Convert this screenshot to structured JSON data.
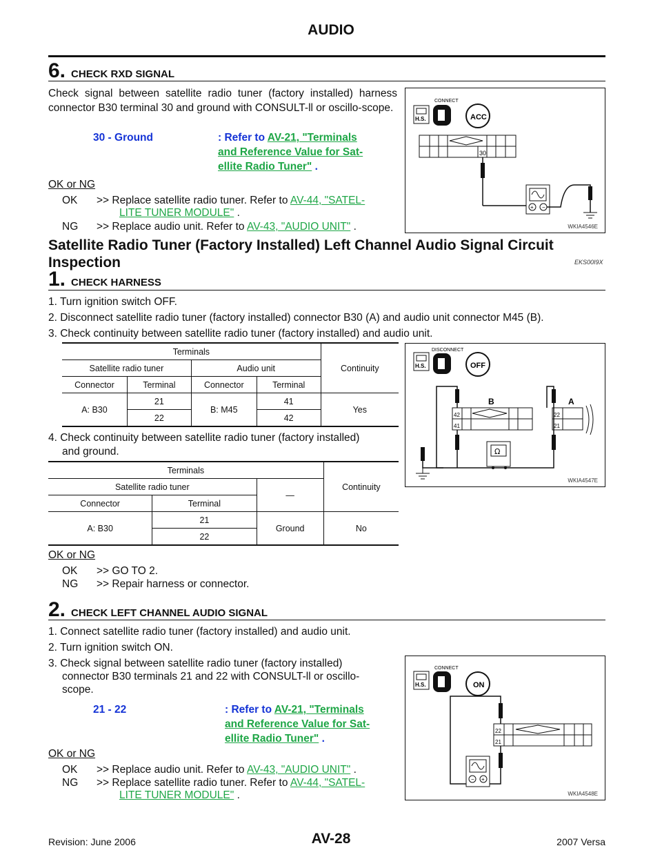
{
  "header": {
    "title": "AUDIO"
  },
  "step6": {
    "num": "6.",
    "title": "CHECK RXD SIGNAL",
    "body": "Check signal between satellite radio tuner (factory installed) harness connector B30 terminal 30 and ground with CONSULT-ll or oscillo-scope.",
    "spec_label": "30 - Ground",
    "spec_prefix": ": Refer to",
    "spec_link_1": "AV-21, \"Terminals",
    "spec_link_2": "and Reference Value for Sat-",
    "spec_link_3": "ellite Radio Tuner\"",
    "spec_suffix": ".",
    "ok_ng": "OK or NG",
    "ok_key": "OK",
    "ok_text": ">> Replace satellite radio tuner. Refer to",
    "ok_link_1": "AV-44, \"SATEL-",
    "ok_link_2": "LITE TUNER MODULE\"",
    "ok_suffix": ".",
    "ng_key": "NG",
    "ng_text": ">> Replace audio unit. Refer to",
    "ng_link": "AV-43, \"AUDIO UNIT\"",
    "ng_suffix": ".",
    "figure_id": "WKIA4546E",
    "figure_connect": "CONNECT",
    "figure_terminal": "30"
  },
  "section": {
    "title_1": "Satellite Radio Tuner (Factory Installed) Left Channel Audio Signal Circuit",
    "title_2": "Inspection",
    "code": "EKS00I9X"
  },
  "step1": {
    "num": "1.",
    "title": "CHECK HARNESS",
    "items": [
      "1.  Turn ignition switch OFF.",
      "2.  Disconnect satellite radio tuner (factory installed) connector B30 (A) and audio unit connector M45 (B).",
      "3.  Check continuity between satellite radio tuner (factory installed) and audio unit."
    ],
    "table1": {
      "terminals": "Terminals",
      "continuity": "Continuity",
      "sat": "Satellite radio tuner",
      "audio": "Audio unit",
      "connector": "Connector",
      "terminal": "Terminal",
      "a_conn": "A: B30",
      "b_conn": "B: M45",
      "r1_t1": "21",
      "r1_t2": "41",
      "r2_t1": "22",
      "r2_t2": "42",
      "yes": "Yes"
    },
    "item4_1": "4.  Check continuity between satellite radio tuner (factory installed)",
    "item4_2": "and ground.",
    "table2": {
      "terminals": "Terminals",
      "continuity": "Continuity",
      "sat": "Satellite radio tuner",
      "dash": "—",
      "connector": "Connector",
      "terminal": "Terminal",
      "a_conn": "A: B30",
      "t1": "21",
      "t2": "22",
      "ground": "Ground",
      "no": "No"
    },
    "ok_ng": "OK or NG",
    "ok_key": "OK",
    "ok_text": ">> GO TO 2.",
    "ng_key": "NG",
    "ng_text": ">> Repair harness or connector.",
    "figure_id": "WKIA4547E",
    "figure_disconnect": "DISCONNECT",
    "fig_b": "B",
    "fig_a": "A",
    "fig_42": "42",
    "fig_41": "41",
    "fig_22": "22",
    "fig_21": "21"
  },
  "step2": {
    "num": "2.",
    "title": "CHECK LEFT CHANNEL AUDIO SIGNAL",
    "items": [
      "1.  Connect satellite radio tuner (factory installed) and audio unit.",
      "2.  Turn ignition switch ON."
    ],
    "item3_1": "3.  Check signal between satellite radio tuner (factory installed)",
    "item3_2": "connector B30 terminals 21 and 22 with CONSULT-ll or oscillo-",
    "item3_3": "scope.",
    "spec_label": "21 - 22",
    "spec_prefix": ": Refer to",
    "spec_link_1": "AV-21, \"Terminals",
    "spec_link_2": "and Reference Value for Sat-",
    "spec_link_3": "ellite Radio Tuner\"",
    "spec_suffix": ".",
    "ok_ng": "OK or NG",
    "ok_key": "OK",
    "ok_text": ">> Replace audio unit. Refer to",
    "ok_link": "AV-43, \"AUDIO UNIT\"",
    "ok_suffix": ".",
    "ng_key": "NG",
    "ng_text": ">> Replace satellite radio tuner. Refer to",
    "ng_link_1": "AV-44, \"SATEL-",
    "ng_link_2": "LITE TUNER MODULE\"",
    "ng_suffix": ".",
    "figure_id": "WKIA4548E",
    "figure_connect": "CONNECT",
    "fig_22": "22",
    "fig_21": "21"
  },
  "footer": {
    "revision": "Revision: June 2006",
    "page": "AV-28",
    "model": "2007 Versa"
  }
}
